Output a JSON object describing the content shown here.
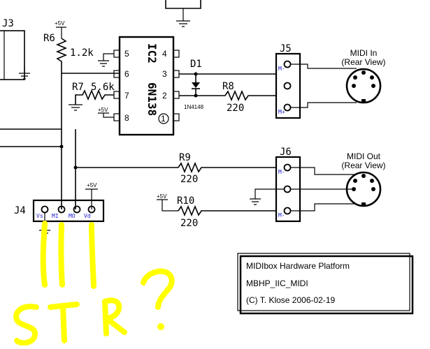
{
  "connectors": {
    "j3": "J3",
    "j4": "J4",
    "j5": "J5",
    "j6": "J6",
    "j4_pins": [
      "Vs",
      "MI",
      "MO",
      "Vd"
    ],
    "j5_pins": [
      "M-",
      "M+"
    ],
    "j6_pins": [
      "M-",
      "M-"
    ]
  },
  "power": {
    "plus5v": "+5V"
  },
  "ic": {
    "name": "IC2",
    "part": "6N138",
    "pins": [
      "5",
      "4",
      "6",
      "3",
      "7",
      "2",
      "8",
      "1"
    ]
  },
  "components": {
    "r6": {
      "ref": "R6",
      "value": "1.2k"
    },
    "r7": {
      "ref": "R7",
      "value": "5.6k"
    },
    "r8": {
      "ref": "R8",
      "value": "220"
    },
    "r9": {
      "ref": "R9",
      "value": "220"
    },
    "r10": {
      "ref": "R10",
      "value": "220"
    },
    "d1": {
      "ref": "D1",
      "value": "1N4148"
    }
  },
  "midi": {
    "in_title": "MIDI In",
    "in_view": "(Rear View)",
    "out_title": "MIDI Out",
    "out_view": "(Rear View)"
  },
  "title_block": {
    "line1": "MIDIbox Hardware Platform",
    "line2": "MBHP_IIC_MIDI",
    "line3": "(C) T. Klose 2006-02-19",
    "line2_color": "#2222cc"
  },
  "colors": {
    "ink": "#000000",
    "annotation": "#ffff00",
    "pin_label": "#2222cc"
  }
}
